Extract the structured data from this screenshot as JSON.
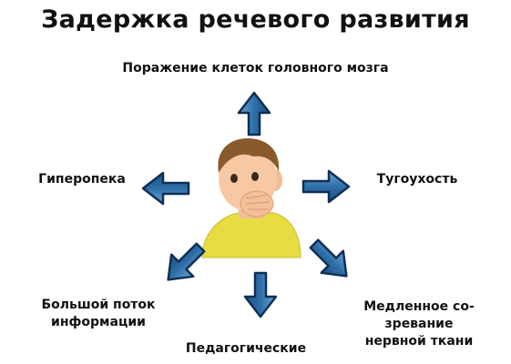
{
  "title": "Задержка речевого развития",
  "causes": {
    "top": "Поражение клеток головного мозга",
    "left": "Гиперопека",
    "right": "Тугоухость",
    "bottom_left": [
      "Большой поток",
      "информации"
    ],
    "bottom": "Педагогические",
    "bottom_right": [
      "Медленное со-",
      "зревание",
      "нервной ткани"
    ]
  },
  "colors": {
    "arrow_fill": "#2f6fa8",
    "arrow_stroke": "#0f2f55",
    "shirt": "#e8dc43",
    "skin": "#f6c9a4",
    "hair": "#8a5a2c"
  }
}
